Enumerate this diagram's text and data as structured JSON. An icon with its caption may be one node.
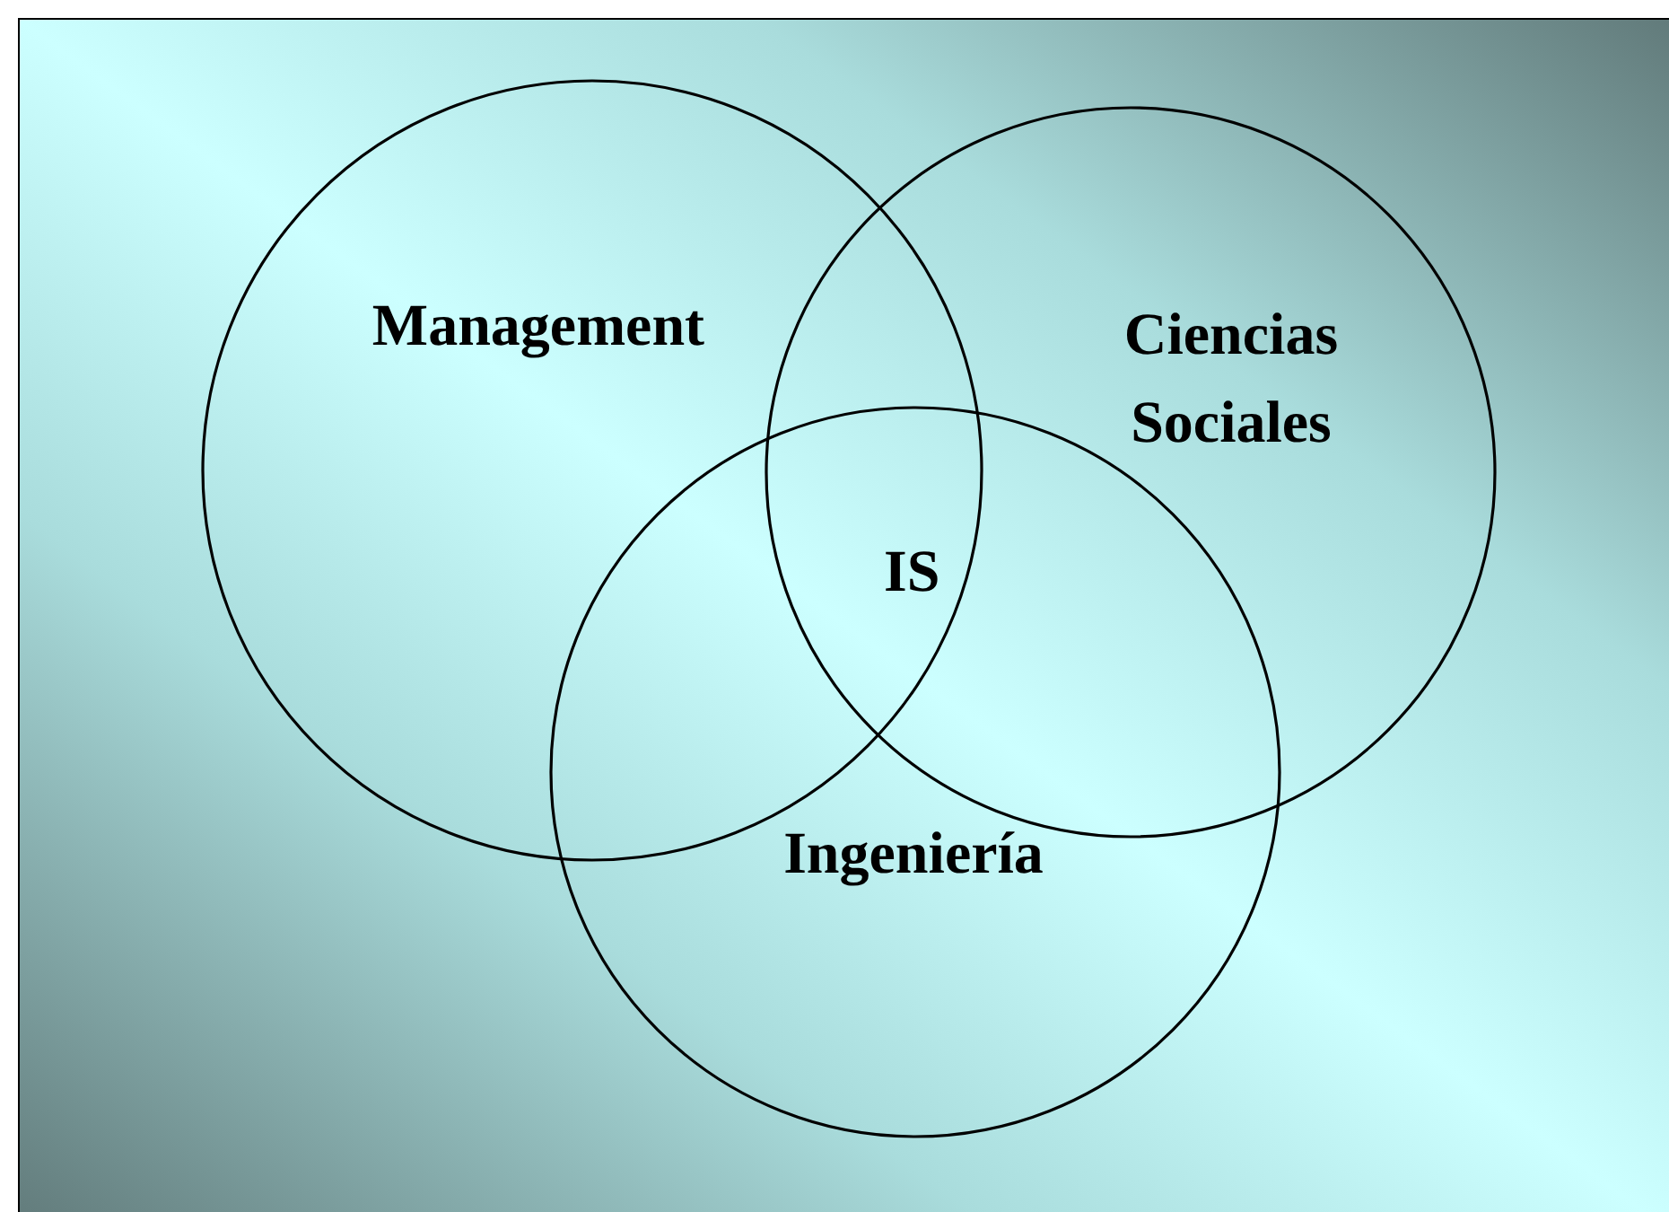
{
  "diagram": {
    "nodes": [
      {
        "text": [
          "Management"
        ]
      },
      {
        "text": [
          "Ciencias Sociales"
        ]
      },
      {
        "text": [
          "Ingeniería"
        ]
      }
    ],
    "labels": [
      "IS"
    ]
  }
}
